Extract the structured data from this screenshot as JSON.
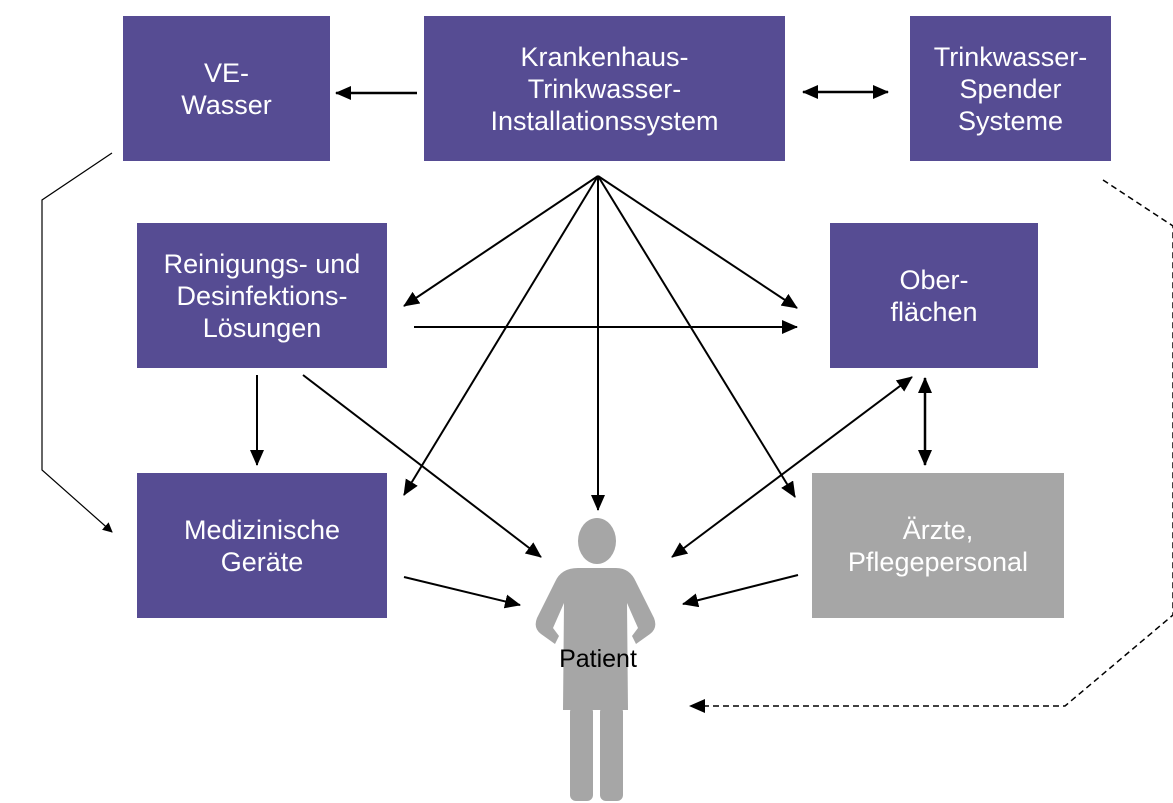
{
  "nodes": {
    "ve_wasser": {
      "lines": [
        "VE-",
        "Wasser"
      ]
    },
    "krankenhaus": {
      "lines": [
        "Krankenhaus-",
        "Trinkwasser-",
        "Installationssystem"
      ]
    },
    "trinkwasser_spender": {
      "lines": [
        "Trinkwasser-",
        "Spender",
        "Systeme"
      ]
    },
    "reinigung": {
      "lines": [
        "Reinigungs- und",
        "Desinfektions-",
        "Lösungen"
      ]
    },
    "oberflaechen": {
      "lines": [
        "Ober-",
        "flächen"
      ]
    },
    "medizinische_geraete": {
      "lines": [
        "Medizinische",
        "Geräte"
      ]
    },
    "aerzte": {
      "lines": [
        "Ärzte,",
        "Pflegepersonal"
      ]
    }
  },
  "patient": {
    "label": "Patient"
  },
  "colors": {
    "node_fill": "#564c93",
    "staff_fill": "#a6a6a6",
    "patient_fill": "#a6a6a6",
    "arrow": "#000000"
  },
  "edges": [
    {
      "from": "krankenhaus",
      "to": "ve_wasser",
      "style": "solid"
    },
    {
      "from": "krankenhaus",
      "to": "trinkwasser_spender",
      "style": "solid",
      "bidirectional": true
    },
    {
      "from": "krankenhaus",
      "to": "reinigung",
      "style": "solid"
    },
    {
      "from": "krankenhaus",
      "to": "oberflaechen",
      "style": "solid"
    },
    {
      "from": "krankenhaus",
      "to": "medizinische_geraete",
      "style": "solid"
    },
    {
      "from": "krankenhaus",
      "to": "patient",
      "style": "solid"
    },
    {
      "from": "krankenhaus",
      "to": "aerzte",
      "style": "solid"
    },
    {
      "from": "reinigung",
      "to": "oberflaechen",
      "style": "solid"
    },
    {
      "from": "reinigung",
      "to": "medizinische_geraete",
      "style": "solid"
    },
    {
      "from": "reinigung",
      "to": "patient",
      "style": "solid"
    },
    {
      "from": "oberflaechen",
      "to": "aerzte",
      "style": "solid",
      "bidirectional": true
    },
    {
      "from": "oberflaechen",
      "to": "patient",
      "style": "solid",
      "bidirectional": true
    },
    {
      "from": "medizinische_geraete",
      "to": "patient",
      "style": "solid"
    },
    {
      "from": "aerzte",
      "to": "patient",
      "style": "solid"
    },
    {
      "from": "ve_wasser",
      "to": "medizinische_geraete",
      "style": "thin"
    },
    {
      "from": "trinkwasser_spender",
      "to": "patient",
      "style": "dashed"
    }
  ]
}
